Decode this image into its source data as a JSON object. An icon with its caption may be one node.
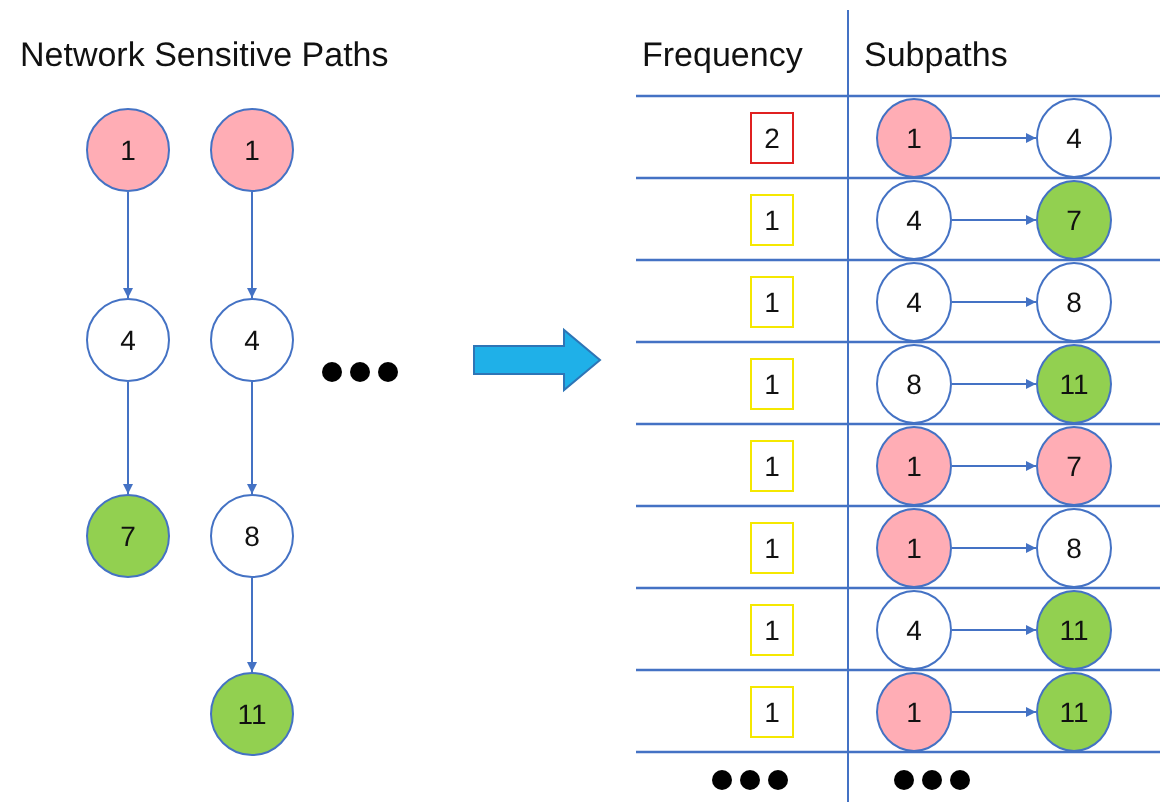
{
  "diagram": {
    "nodes": [
      {
        "text": [
          "1"
        ]
      },
      {
        "text": [
          "4"
        ]
      },
      {
        "text": [
          "7"
        ]
      },
      {
        "text": [
          "1"
        ]
      },
      {
        "text": [
          "4"
        ]
      },
      {
        "text": [
          "8"
        ]
      },
      {
        "text": [
          "11"
        ]
      },
      {
        "text": [
          "2"
        ]
      },
      {
        "text": [
          "1"
        ]
      },
      {
        "text": [
          "4"
        ]
      },
      {
        "text": [
          "1"
        ]
      },
      {
        "text": [
          "4"
        ]
      },
      {
        "text": [
          "7"
        ]
      },
      {
        "text": [
          "1"
        ]
      },
      {
        "text": [
          "4"
        ]
      },
      {
        "text": [
          "8"
        ]
      },
      {
        "text": [
          "1"
        ]
      },
      {
        "text": [
          "8"
        ]
      },
      {
        "text": [
          "11"
        ]
      },
      {
        "text": [
          "1"
        ]
      },
      {
        "text": [
          "1"
        ]
      },
      {
        "text": [
          "7"
        ]
      },
      {
        "text": [
          "1"
        ]
      },
      {
        "text": [
          "1"
        ]
      },
      {
        "text": [
          "8"
        ]
      },
      {
        "text": [
          "1"
        ]
      },
      {
        "text": [
          "4"
        ]
      },
      {
        "text": [
          "11"
        ]
      },
      {
        "text": [
          "1"
        ]
      },
      {
        "text": [
          "1"
        ]
      },
      {
        "text": [
          "11"
        ]
      }
    ],
    "edges": [
      {
        "from": 0,
        "to": 1,
        "arrow": "to"
      },
      {
        "from": 1,
        "to": 2,
        "arrow": "to"
      },
      {
        "from": 3,
        "to": 4,
        "arrow": "to"
      },
      {
        "from": 4,
        "to": 5,
        "arrow": "to"
      },
      {
        "from": 5,
        "to": 6,
        "arrow": "to"
      },
      {
        "from": 8,
        "to": 9,
        "arrow": "to"
      },
      {
        "from": 11,
        "to": 12,
        "arrow": "to"
      },
      {
        "from": 14,
        "to": 15,
        "arrow": "to"
      },
      {
        "from": 17,
        "to": 18,
        "arrow": "to"
      },
      {
        "from": 20,
        "to": 21,
        "arrow": "to"
      },
      {
        "from": 23,
        "to": 24,
        "arrow": "to"
      },
      {
        "from": 26,
        "to": 27,
        "arrow": "to"
      },
      {
        "from": 29,
        "to": 30,
        "arrow": "to"
      }
    ],
    "labels": [
      "Network Sensitive Paths",
      "Frequency",
      "Subpaths"
    ]
  }
}
